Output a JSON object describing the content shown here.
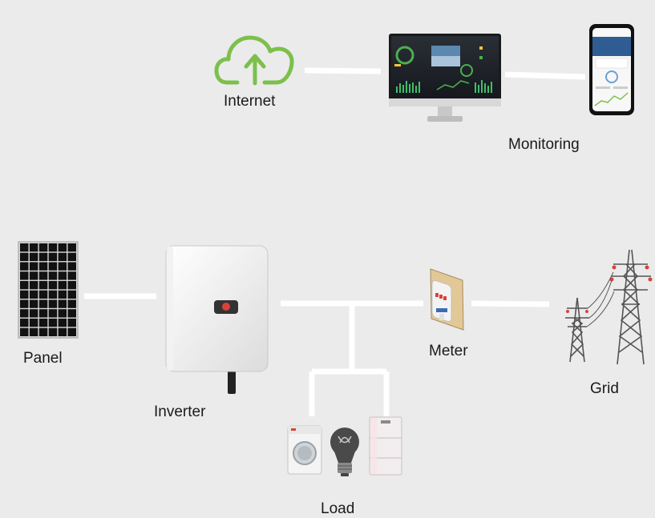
{
  "labels": {
    "internet": "Internet",
    "monitoring": "Monitoring",
    "panel": "Panel",
    "inverter": "Inverter",
    "meter": "Meter",
    "grid": "Grid",
    "load": "Load"
  },
  "colors": {
    "background": "#ebebeb",
    "connector": "#ffffff",
    "cloud_icon": "#7cc04b",
    "panel_cell": "#111111",
    "meter_body": "#e2c896"
  },
  "icons": {
    "internet": "cloud-upload-icon",
    "monitoring_desktop": "monitor-icon",
    "monitoring_mobile": "smartphone-icon",
    "panel": "solar-panel-icon",
    "inverter": "inverter-icon",
    "meter": "electric-meter-icon",
    "grid": "power-tower-icon",
    "load_1": "washing-machine-icon",
    "load_2": "light-bulb-icon",
    "load_3": "refrigerator-icon"
  }
}
